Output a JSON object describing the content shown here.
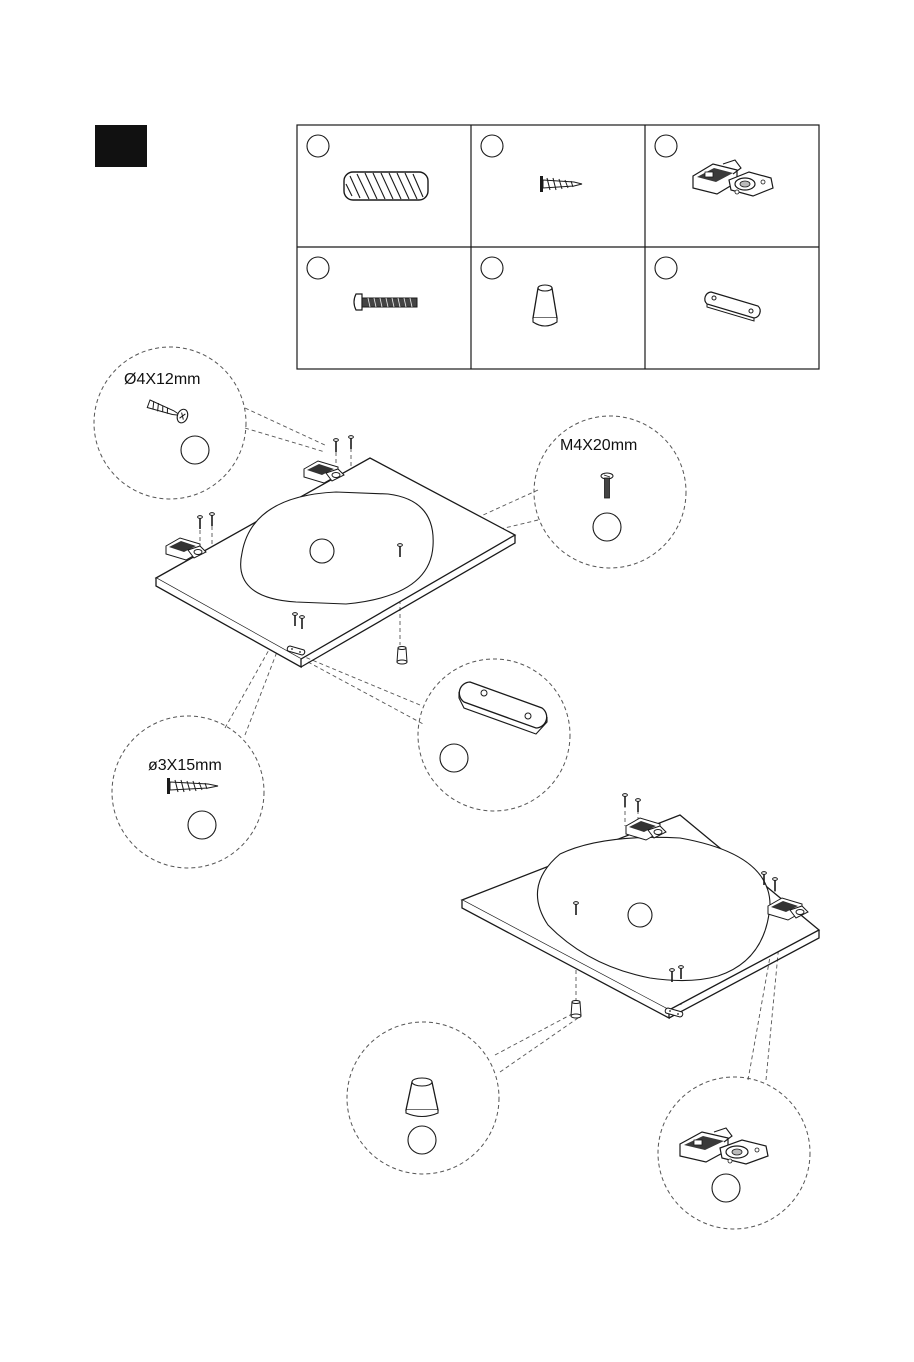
{
  "step": {
    "number": ""
  },
  "parts_table": {
    "cells": [
      {
        "part": "wooden-dowel",
        "tag": ""
      },
      {
        "part": "wood-screw",
        "tag": ""
      },
      {
        "part": "cabinet-hinge",
        "tag": ""
      },
      {
        "part": "machine-bolt",
        "tag": ""
      },
      {
        "part": "door-knob",
        "tag": ""
      },
      {
        "part": "connector-plate",
        "tag": ""
      }
    ]
  },
  "callouts": {
    "screw_4x12": {
      "label": "Ø4X12mm",
      "tag": ""
    },
    "bolt_m4x20": {
      "label": "M4X20mm",
      "tag": ""
    },
    "screw_3x15": {
      "label": "ø3X15mm",
      "tag": ""
    },
    "plate": {
      "tag": ""
    },
    "knob": {
      "tag": ""
    },
    "hinge": {
      "tag": ""
    }
  },
  "panels": [
    {
      "name": "door-panel-1",
      "tag": ""
    },
    {
      "name": "door-panel-2",
      "tag": ""
    }
  ],
  "colors": {
    "line": "#1a1a1a",
    "dash": "#555555",
    "fill": "#ffffff",
    "step_box": "#111111"
  }
}
